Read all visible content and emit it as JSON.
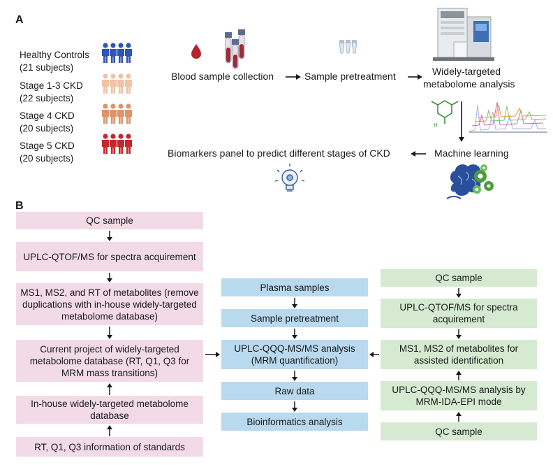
{
  "panel_a": {
    "letter": "A",
    "cohorts": [
      {
        "name": "Healthy Controls",
        "n": "(21 subjects)",
        "color": "#2f55b5"
      },
      {
        "name": "Stage 1-3 CKD",
        "n": "(22 subjects)",
        "color": "#efc3a5"
      },
      {
        "name": "Stage 4 CKD",
        "n": "(20 subjects)",
        "color": "#dd946a"
      },
      {
        "name": "Stage 5 CKD",
        "n": "(20 subjects)",
        "color": "#c8262a"
      }
    ],
    "steps": {
      "blood": "Blood sample collection",
      "pretreat": "Sample pretreatment",
      "widely_1": "Widely-targeted",
      "widely_2": "metabolome analysis",
      "ml": "Machine learning",
      "biomarkers": "Biomarkers panel to predict different stages of CKD"
    },
    "icons": [
      "blood-drop-icon",
      "blood-tubes-icon",
      "sample-vials-icon",
      "mass-spectrometer-icon",
      "molecule-icon",
      "chromatogram-icon",
      "lightbulb-icon",
      "brain-gears-icon"
    ]
  },
  "panel_b": {
    "letter": "B",
    "left": [
      "QC sample",
      "UPLC-QTOF/MS for spectra acquirement",
      "MS1, MS2, and RT of metabolites (remove duplications with in-house widely-targeted metabolome database)",
      "Current project of widely-targeted metabolome database (RT, Q1, Q3 for MRM mass transitions)",
      "In-house widely-targeted metabolome database",
      "RT, Q1, Q3 information of standards"
    ],
    "center": [
      "Plasma samples",
      "Sample pretreatment",
      "UPLC-QQQ-MS/MS analysis (MRM quantification)",
      "Raw data",
      "Bioinformatics analysis"
    ],
    "right": [
      "QC sample",
      "UPLC-QTOF/MS for spectra acquirement",
      "MS1, MS2 of metabolites for assisted identification",
      "UPLC-QQQ-MS/MS analysis by MRM-IDA-EPI mode",
      "QC sample"
    ]
  }
}
